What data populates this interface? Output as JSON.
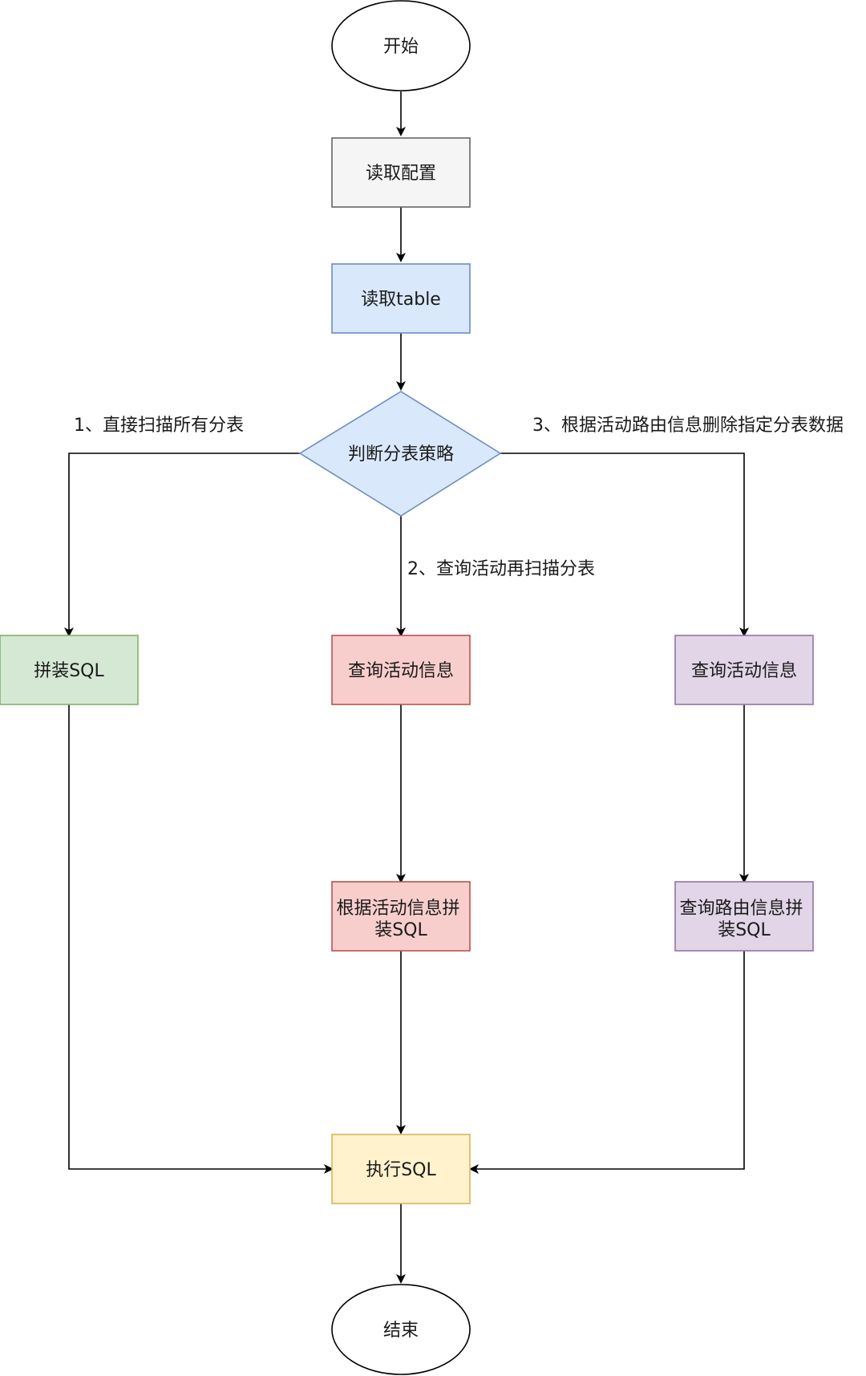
{
  "nodes": {
    "start": {
      "label": "开始"
    },
    "read_config": {
      "label": "读取配置"
    },
    "read_table": {
      "label": "读取table"
    },
    "decision": {
      "label": "判断分表策略"
    },
    "left_build": {
      "label": "拼装SQL"
    },
    "mid_query": {
      "label": "查询活动信息"
    },
    "right_query": {
      "label": "查询活动信息"
    },
    "mid_build": {
      "lines": [
        "根据活动信息拼",
        "装SQL"
      ]
    },
    "right_build": {
      "lines": [
        "查询路由信息拼",
        "装SQL"
      ]
    },
    "execute": {
      "label": "执行SQL"
    },
    "end": {
      "label": "结束"
    }
  },
  "edges": {
    "branch_1": "1、直接扫描所有分表",
    "branch_2": "2、查询活动再扫描分表",
    "branch_3": "3、根据活动路由信息删除指定分表数据"
  },
  "colors": {
    "start_fill": "#ffffff",
    "start_stroke": "#000000",
    "read_config_fill": "#f5f5f5",
    "read_config_stroke": "#666666",
    "blue_fill": "#dae8fc",
    "blue_stroke": "#6c8ebf",
    "green_fill": "#d5e8d4",
    "green_stroke": "#82b366",
    "red_fill": "#f8cecc",
    "red_stroke": "#b85450",
    "purple_fill": "#e1d5e7",
    "purple_stroke": "#9673a6",
    "yellow_fill": "#fff2cc",
    "yellow_stroke": "#d6b656",
    "line": "#000000"
  }
}
